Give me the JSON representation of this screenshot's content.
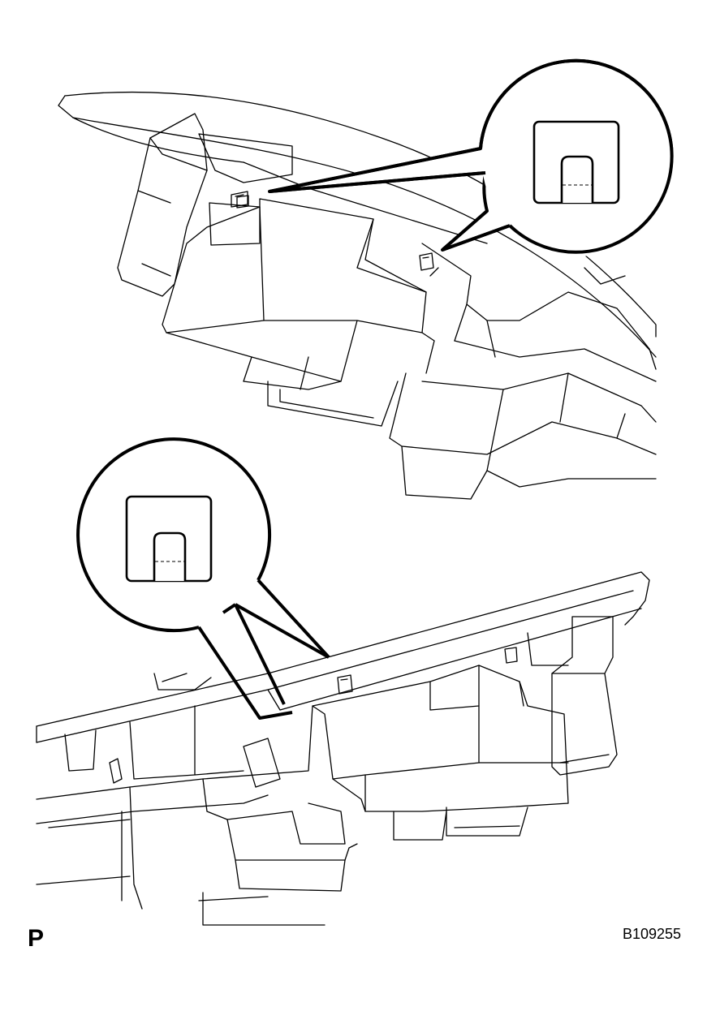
{
  "diagram": {
    "page_letter": "P",
    "figure_code": "B109255",
    "callouts": [
      {
        "id": "upper",
        "content": "claw-detail-icon"
      },
      {
        "id": "lower",
        "content": "claw-detail-icon"
      }
    ]
  }
}
